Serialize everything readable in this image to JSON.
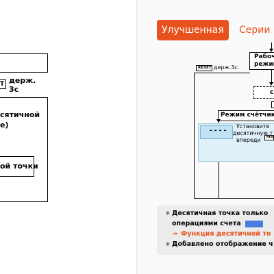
{
  "left": {
    "hold_key": "T",
    "hold_text_1": "держ.",
    "hold_text_2": "3с",
    "decimal_line_1": "сятичной",
    "decimal_line_2": "е)",
    "point_label": "ой точки"
  },
  "right": {
    "badge": "Улучшенная",
    "series": "Серии",
    "work_mode_1": "Рабоч",
    "work_mode_2": "режим",
    "reset_key": "RESET",
    "reset_hold": "держ.3с.",
    "mid_box_text": "с",
    "counter_mode": "Режим счётчика",
    "dashes": "- - - -",
    "install_line_1": "Установите",
    "install_line_2": "десятичную т",
    "install_line_3": "впереди",
    "reset_small": "RESET"
  },
  "bullets": {
    "b1_a": "Десятичная точка  только",
    "b1_b": "операциями счета",
    "b2": "Функция десятичной то",
    "b2_arrow": "→",
    "b3": "Добавлено отображение ч",
    "star": "∗"
  },
  "colors": {
    "accent": "#e8521e",
    "highlight": "#bfe3f2",
    "swatch": "#4a7de0"
  }
}
